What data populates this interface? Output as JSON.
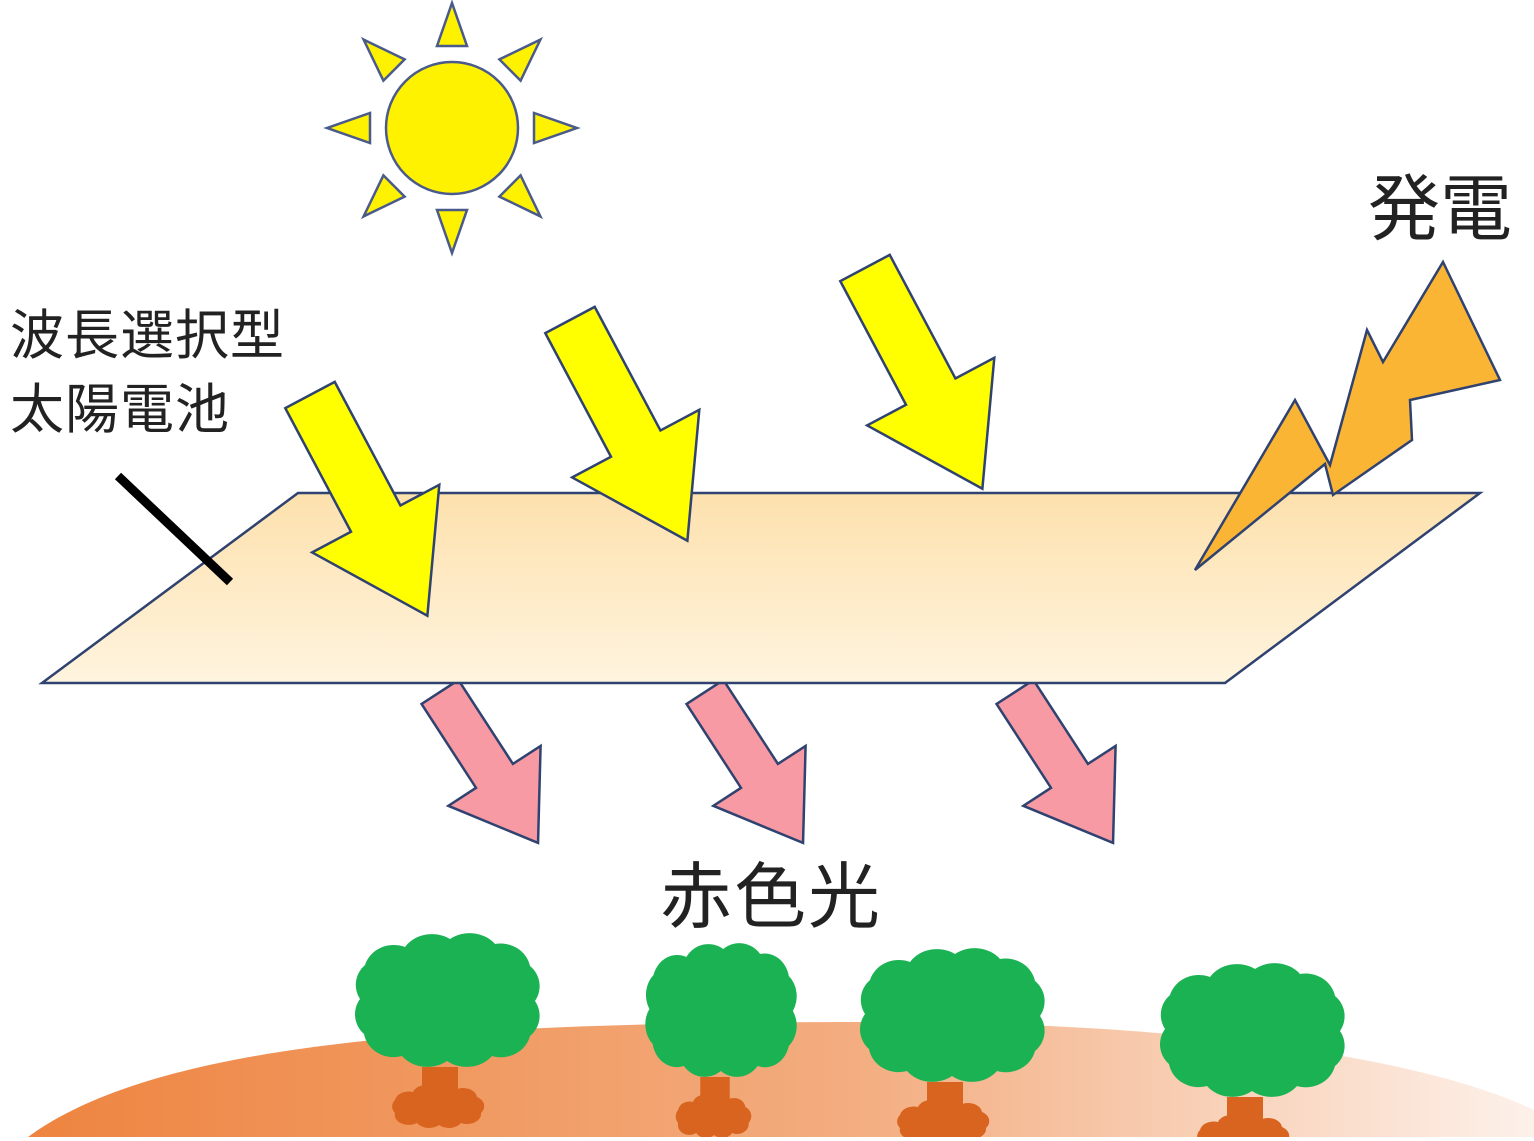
{
  "labels": {
    "cell_line1": "波長選択型",
    "cell_line2": "太陽電池",
    "power": "発電",
    "red_light": "赤色光"
  },
  "colors": {
    "sun_fill": "#fff200",
    "sun_stroke": "#4a5a8a",
    "sunlight_arrow": "#ffff00",
    "red_light_arrow": "#f79aa3",
    "panel_top": "#fde3b0",
    "panel_bottom": "#fff3dd",
    "panel_stroke": "#2f4270",
    "lightning": "#fbb534",
    "plant_leaves": "#1bb253",
    "plant_root": "#d9641f",
    "ground": "#ee8a4a",
    "pointer": "#000000"
  },
  "icons": [
    "sun-icon",
    "lightning-icon",
    "plant-icon"
  ]
}
